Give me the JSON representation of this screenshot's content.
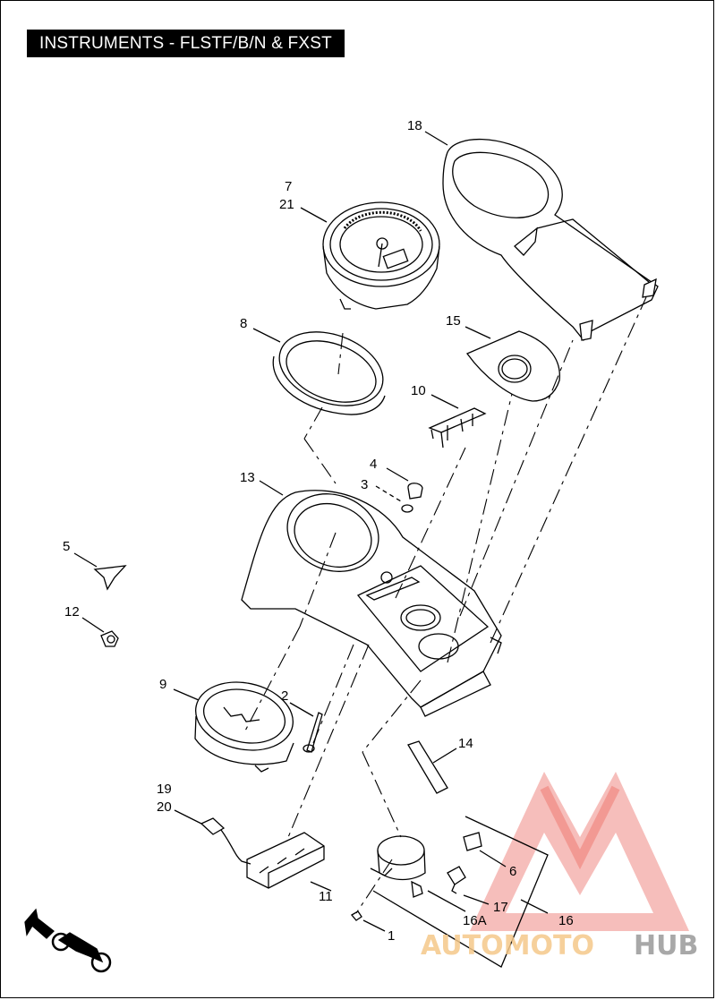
{
  "title": "INSTRUMENTS - FLSTF/B/N & FXST",
  "callouts": {
    "c1": "1",
    "c2": "2",
    "c3": "3",
    "c4": "4",
    "c5": "5",
    "c6": "6",
    "c7": "7",
    "c8": "8",
    "c9": "9",
    "c10": "10",
    "c11": "11",
    "c12": "12",
    "c13": "13",
    "c14": "14",
    "c15": "15",
    "c16": "16",
    "c16a": "16A",
    "c17": "17",
    "c18": "18",
    "c19": "19",
    "c20": "20",
    "c21": "21"
  },
  "watermark": {
    "part1": "AUTOMOTO",
    "part2": "HUB",
    "color_light": "#f5c88a",
    "color_dark": "#9a9a9a",
    "logo_color": "#e8463c"
  },
  "icons": {
    "front_arrow": "front-direction-arrow-icon",
    "motorcycle": "motorcycle-icon"
  }
}
